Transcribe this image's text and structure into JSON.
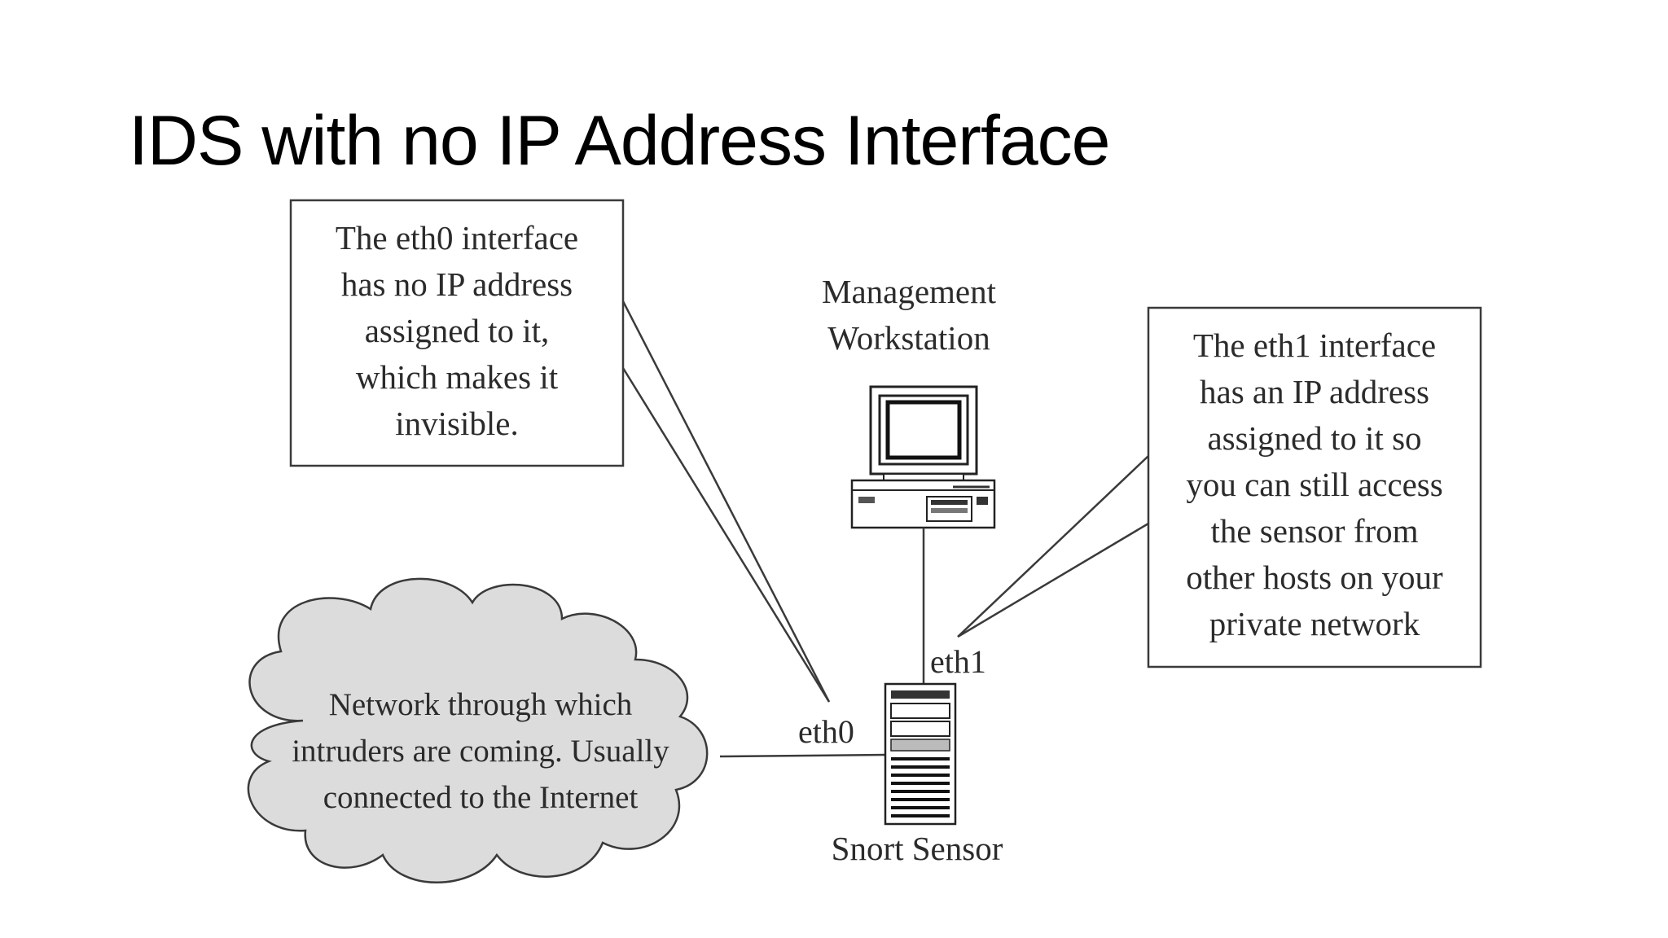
{
  "slide": {
    "title": "IDS with no IP Address Interface"
  },
  "diagram": {
    "callout_eth0": {
      "lines": [
        "The eth0 interface",
        "has no IP address",
        "assigned to it,",
        "which makes it",
        "invisible."
      ]
    },
    "callout_eth1": {
      "lines": [
        "The eth1 interface",
        "has an IP address",
        "assigned to it so",
        "you can still access",
        "the sensor from",
        "other hosts on your",
        "private network"
      ]
    },
    "workstation": {
      "label_lines": [
        "Management",
        "Workstation"
      ]
    },
    "cloud": {
      "lines": [
        "Network through which",
        "intruders are coming. Usually",
        "connected to the Internet"
      ]
    },
    "sensor": {
      "label": "Snort Sensor"
    },
    "interfaces": {
      "eth0": "eth0",
      "eth1": "eth1"
    },
    "colors": {
      "line": "#333333",
      "cloud_fill": "#dcdcdc",
      "box_fill": "#ffffff"
    }
  }
}
